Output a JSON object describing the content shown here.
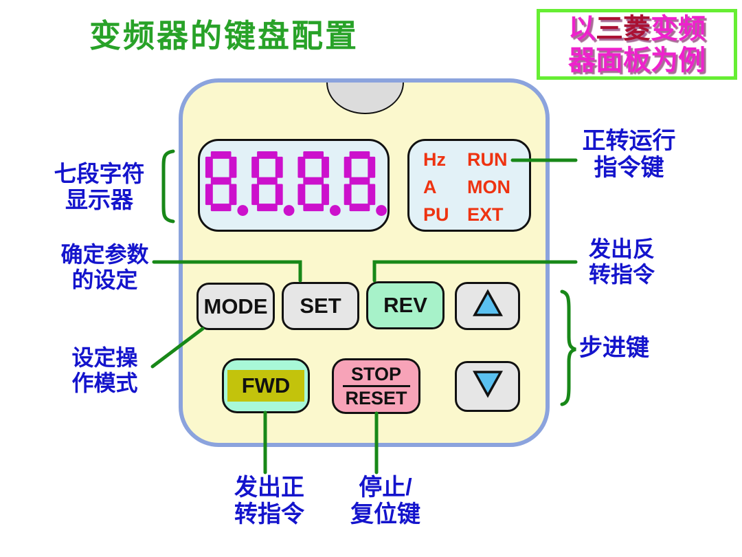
{
  "title": "变频器的键盘配置",
  "note_box": {
    "prefix": "以",
    "brand": "三菱",
    "suffix": "变频",
    "line2": "器面板为例"
  },
  "panel": {
    "display": {
      "value": "8.8.8.8.",
      "segment_color": "#cc11cc"
    },
    "indicators": {
      "rows": [
        [
          "Hz",
          "RUN"
        ],
        [
          "A",
          "MON"
        ],
        [
          "PU",
          "EXT"
        ]
      ]
    },
    "buttons": {
      "mode": "MODE",
      "set": "SET",
      "rev": "REV",
      "fwd": "FWD",
      "stop_line1": "STOP",
      "stop_line2": "RESET",
      "up_icon": "triangle-up",
      "down_icon": "triangle-down"
    }
  },
  "annotations": {
    "display_label": {
      "line1": "七段字符",
      "line2": "显示器"
    },
    "set_label": {
      "line1": "确定参数",
      "line2": "的设定"
    },
    "mode_label": {
      "line1": "设定操",
      "line2": "作模式"
    },
    "run_label": {
      "line1": "正转运行",
      "line2": "指令键"
    },
    "rev_label": {
      "line1": "发出反",
      "line2": "转指令"
    },
    "step_label": "步进键",
    "fwd_label": {
      "line1": "发出正",
      "line2": "转指令"
    },
    "stop_label": {
      "line1": "停止/",
      "line2": "复位键"
    }
  },
  "colors": {
    "title_green": "#28a228",
    "label_blue": "#1414cc",
    "connector_green": "#188818",
    "note_border_green": "#66ee33",
    "note_magenta": "#ee22cc",
    "note_brand_red": "#aa1133",
    "panel_bg": "#fbf8cd",
    "panel_border": "#8ba3dd",
    "lcd_bg": "#e2f1f7",
    "indicator_red": "#ee3311",
    "button_gray": "#e6e6e6",
    "rev_green": "#a7f2c9",
    "fwd_mint": "#a8f8d8",
    "fwd_olive": "#c3c30c",
    "stop_pink": "#f7a3b8",
    "arrow_blue": "#5ac0f0",
    "segment_magenta": "#cc11cc"
  }
}
